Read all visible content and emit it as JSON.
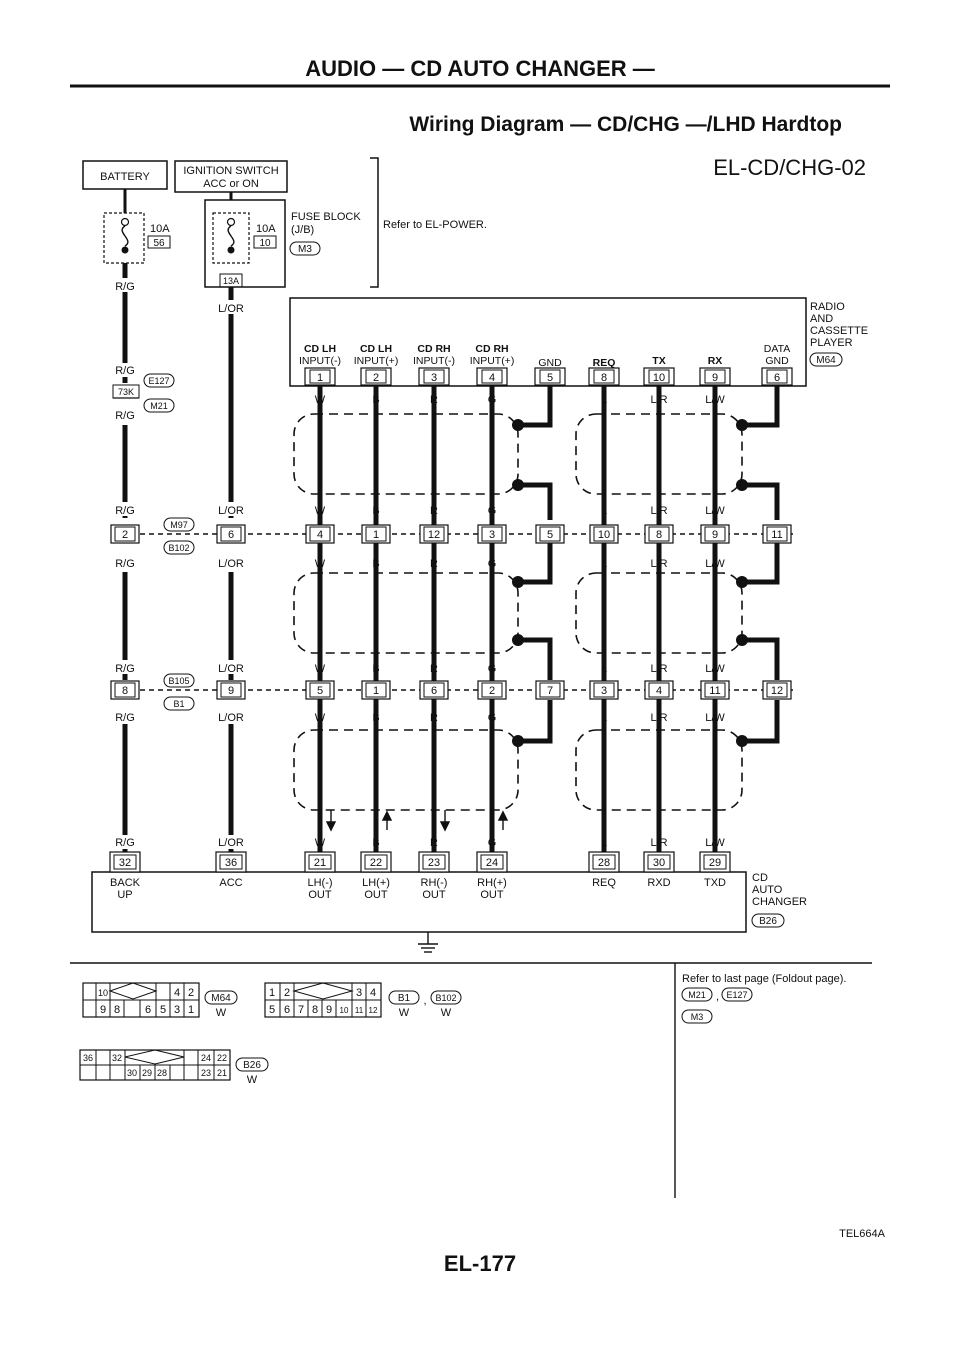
{
  "header": {
    "section_title": "AUDIO — CD AUTO CHANGER —",
    "diagram_title": "Wiring Diagram — CD/CHG —/LHD Hardtop",
    "diagram_code": "EL-CD/CHG-02"
  },
  "power": {
    "battery_label": "BATTERY",
    "ignition_label_1": "IGNITION SWITCH",
    "ignition_label_2": "ACC or ON",
    "fuse1_rating": "10A",
    "fuse1_number": "56",
    "fuse2_rating": "10A",
    "fuse2_number": "10",
    "fuse_block_1": "FUSE BLOCK",
    "fuse_block_2": "(J/B)",
    "fuse_block_connector": "M3",
    "fuse_block_terminal": "13A",
    "refer_text": "Refer to EL-POWER."
  },
  "radio": {
    "name_lines": [
      "RADIO",
      "AND",
      "CASSETTE",
      "PLAYER"
    ],
    "connector": "M64",
    "pin_labels": [
      [
        "CD LH",
        "INPUT(-)"
      ],
      [
        "CD LH",
        "INPUT(+)"
      ],
      [
        "CD RH",
        "INPUT(-)"
      ],
      [
        "CD RH",
        "INPUT(+)"
      ],
      [
        "GND",
        ""
      ],
      [
        "REQ",
        ""
      ],
      [
        "TX",
        ""
      ],
      [
        "RX",
        ""
      ],
      [
        "DATA",
        "GND"
      ]
    ],
    "pins": [
      "1",
      "2",
      "3",
      "4",
      "5",
      "8",
      "10",
      "9",
      "6"
    ]
  },
  "left_joint": {
    "terminal": "73K",
    "connector_top": "E127",
    "connector_bottom": "M21"
  },
  "wire_colors": {
    "rg": "R/G",
    "lor": "L/OR",
    "signal": [
      "W",
      "B",
      "R",
      "G",
      "",
      "L",
      "L/R",
      "L/W",
      ""
    ]
  },
  "joint_row_1": {
    "connector_top": "M97",
    "connector_bottom": "B102",
    "pins": [
      "2",
      "6",
      "4",
      "1",
      "12",
      "3",
      "5",
      "10",
      "8",
      "9",
      "11"
    ]
  },
  "joint_row_2": {
    "connector_top": "B105",
    "connector_bottom": "B1",
    "pins": [
      "8",
      "9",
      "5",
      "1",
      "6",
      "2",
      "7",
      "3",
      "4",
      "11",
      "12"
    ]
  },
  "changer": {
    "name_lines": [
      "CD",
      "AUTO",
      "CHANGER"
    ],
    "connector": "B26",
    "pins": [
      "32",
      "36",
      "21",
      "22",
      "23",
      "24",
      "28",
      "30",
      "29"
    ],
    "pin_labels": [
      [
        "BACK",
        "UP"
      ],
      [
        "ACC",
        ""
      ],
      [
        "LH(-)",
        "OUT"
      ],
      [
        "LH(+)",
        "OUT"
      ],
      [
        "RH(-)",
        "OUT"
      ],
      [
        "RH(+)",
        "OUT"
      ],
      [
        "REQ",
        ""
      ],
      [
        "RXD",
        ""
      ],
      [
        "TXD",
        ""
      ]
    ]
  },
  "connector_views": {
    "m64": {
      "name": "M64",
      "color": "W",
      "top": [
        "10",
        "4",
        "2"
      ],
      "bottom": [
        "9",
        "8",
        "6",
        "5",
        "3",
        "1"
      ]
    },
    "b1": {
      "name_1": "B1",
      "name_2": "B102",
      "color_1": "W",
      "color_2": "W",
      "separator": ",",
      "top": [
        "1",
        "2",
        "3",
        "4"
      ],
      "bottom": [
        "5",
        "6",
        "7",
        "8",
        "9",
        "10",
        "11",
        "12"
      ]
    },
    "b26": {
      "name": "B26",
      "color": "W",
      "top": [
        "36",
        "32",
        "24",
        "22"
      ],
      "bottom": [
        "30",
        "29",
        "28",
        "23",
        "21"
      ]
    }
  },
  "foldout": {
    "text": "Refer to last page (Foldout page).",
    "connector_1": "M21",
    "separator": ",",
    "connector_2": "E127",
    "connector_3": "M3"
  },
  "footer": {
    "figure_code": "TEL664A",
    "page_number": "EL-177"
  }
}
